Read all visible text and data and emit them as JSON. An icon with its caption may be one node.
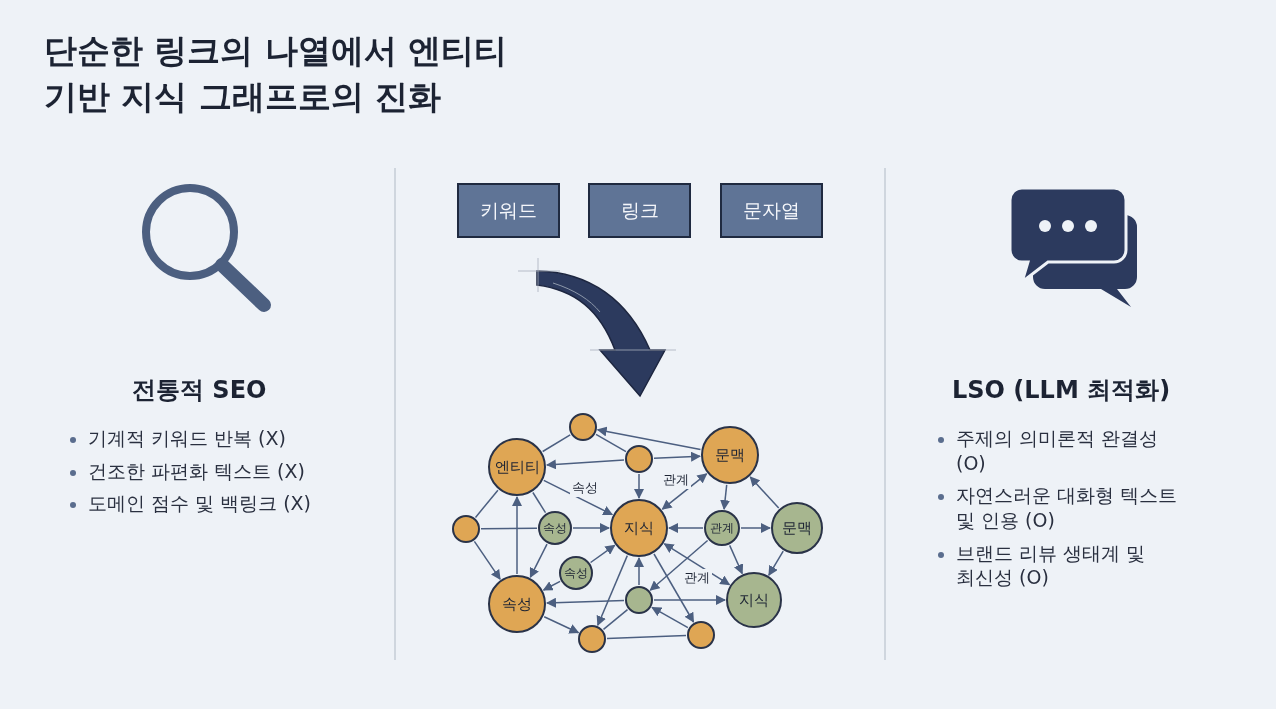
{
  "diagram": {
    "title": "단순한 링크의 나열에서 엔티티 기반 지식 그래프로의 진화",
    "nodes": [
      {
        "text": [
          "키워드"
        ]
      },
      {
        "text": [
          "링크"
        ]
      },
      {
        "text": [
          "문자열"
        ]
      },
      {
        "text": [],
        "shape": "circle"
      },
      {
        "text": [
          "엔티티"
        ]
      },
      {
        "text": [],
        "shape": "circle"
      },
      {
        "text": [
          "문맥"
        ]
      },
      {
        "text": [],
        "shape": "circle"
      },
      {
        "text": [
          "속성"
        ]
      },
      {
        "text": [
          "지식"
        ]
      },
      {
        "text": [
          "관계"
        ]
      },
      {
        "text": [
          "문맥"
        ]
      },
      {
        "text": [
          "속성"
        ]
      },
      {
        "text": [
          "속성"
        ]
      },
      {
        "text": [],
        "shape": "circle"
      },
      {
        "text": [
          "지식"
        ]
      },
      {
        "text": [],
        "shape": "circle"
      },
      {
        "text": [],
        "shape": "circle"
      }
    ],
    "edges": [
      {
        "from": 6,
        "to": 3,
        "arrow": "to"
      },
      {
        "from": 3,
        "to": 4,
        "arrow": "none"
      },
      {
        "from": 3,
        "to": 5,
        "arrow": "none"
      },
      {
        "from": 5,
        "to": 6,
        "arrow": "to"
      },
      {
        "from": 5,
        "to": 4,
        "arrow": "to"
      },
      {
        "from": 5,
        "to": 9,
        "arrow": "to"
      },
      {
        "from": 4,
        "to": 9,
        "arrow": "to",
        "label": "속성"
      },
      {
        "from": 6,
        "to": 9,
        "arrow": "both",
        "label": "관계"
      },
      {
        "from": 4,
        "to": 7,
        "arrow": "none"
      },
      {
        "from": 4,
        "to": 8,
        "arrow": "none"
      },
      {
        "from": 13,
        "to": 4,
        "arrow": "to"
      },
      {
        "from": 7,
        "to": 8,
        "arrow": "none"
      },
      {
        "from": 8,
        "to": 9,
        "arrow": "to"
      },
      {
        "from": 7,
        "to": 13,
        "arrow": "to"
      },
      {
        "from": 8,
        "to": 13,
        "arrow": "to"
      },
      {
        "from": 12,
        "to": 9,
        "arrow": "to"
      },
      {
        "from": 12,
        "to": 13,
        "arrow": "to"
      },
      {
        "from": 6,
        "to": 10,
        "arrow": "to"
      },
      {
        "from": 10,
        "to": 9,
        "arrow": "to"
      },
      {
        "from": 10,
        "to": 11,
        "arrow": "to"
      },
      {
        "from": 11,
        "to": 6,
        "arrow": "to"
      },
      {
        "from": 11,
        "to": 15,
        "arrow": "to"
      },
      {
        "from": 10,
        "to": 15,
        "arrow": "to"
      },
      {
        "from": 9,
        "to": 15,
        "arrow": "both",
        "label": "관계"
      },
      {
        "from": 10,
        "to": 14,
        "arrow": "to"
      },
      {
        "from": 14,
        "to": 9,
        "arrow": "to"
      },
      {
        "from": 14,
        "to": 13,
        "arrow": "to"
      },
      {
        "from": 14,
        "to": 15,
        "arrow": "to"
      },
      {
        "from": 9,
        "to": 16,
        "arrow": "to"
      },
      {
        "from": 9,
        "to": 17,
        "arrow": "to"
      },
      {
        "from": 17,
        "to": 14,
        "arrow": "to"
      },
      {
        "from": 16,
        "to": 14,
        "arrow": "none"
      },
      {
        "from": 16,
        "to": 17,
        "arrow": "none"
      },
      {
        "from": 13,
        "to": 16,
        "arrow": "to"
      }
    ],
    "labels": [
      "전통적 SEO",
      "기계적 키워드 반복 (X)",
      "건조한 파편화 텍스트 (X)",
      "도메인 점수 및 백링크 (X)",
      "LSO (LLM 최적화)",
      "주제의 의미론적 완결성 (O)",
      "자연스러운 대화형 텍스트 및 인용 (O)",
      "브랜드 리뷰 생태계 및 최신성 (O)"
    ]
  }
}
